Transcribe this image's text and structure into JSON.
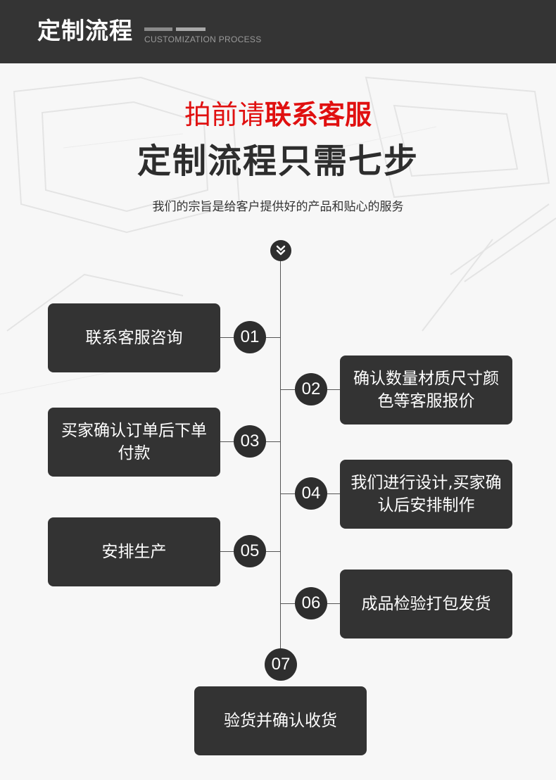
{
  "header": {
    "title": "定制流程",
    "subtitle": "CUSTOMIZATION PROCESS"
  },
  "intro": {
    "line1_prefix": "拍前请",
    "line1_highlight": "联系客服",
    "headline": "定制流程只需七步",
    "tagline": "我们的宗旨是给客户提供好的产品和贴心的服务"
  },
  "colors": {
    "header_bg": "#343434",
    "accent_red": "#e01010",
    "step_box_bg": "#333333",
    "page_bg": "#f7f7f7"
  },
  "top_icon": "chevron-down-icon",
  "steps": [
    {
      "number": "01",
      "text": "联系客服咨询"
    },
    {
      "number": "02",
      "text": "确认数量材质尺寸颜色等客服报价"
    },
    {
      "number": "03",
      "text": "买家确认订单后下单付款"
    },
    {
      "number": "04",
      "text": "我们进行设计,买家确认后安排制作"
    },
    {
      "number": "05",
      "text": "安排生产"
    },
    {
      "number": "06",
      "text": "成品检验打包发货"
    },
    {
      "number": "07",
      "text": "验货并确认收货"
    }
  ]
}
